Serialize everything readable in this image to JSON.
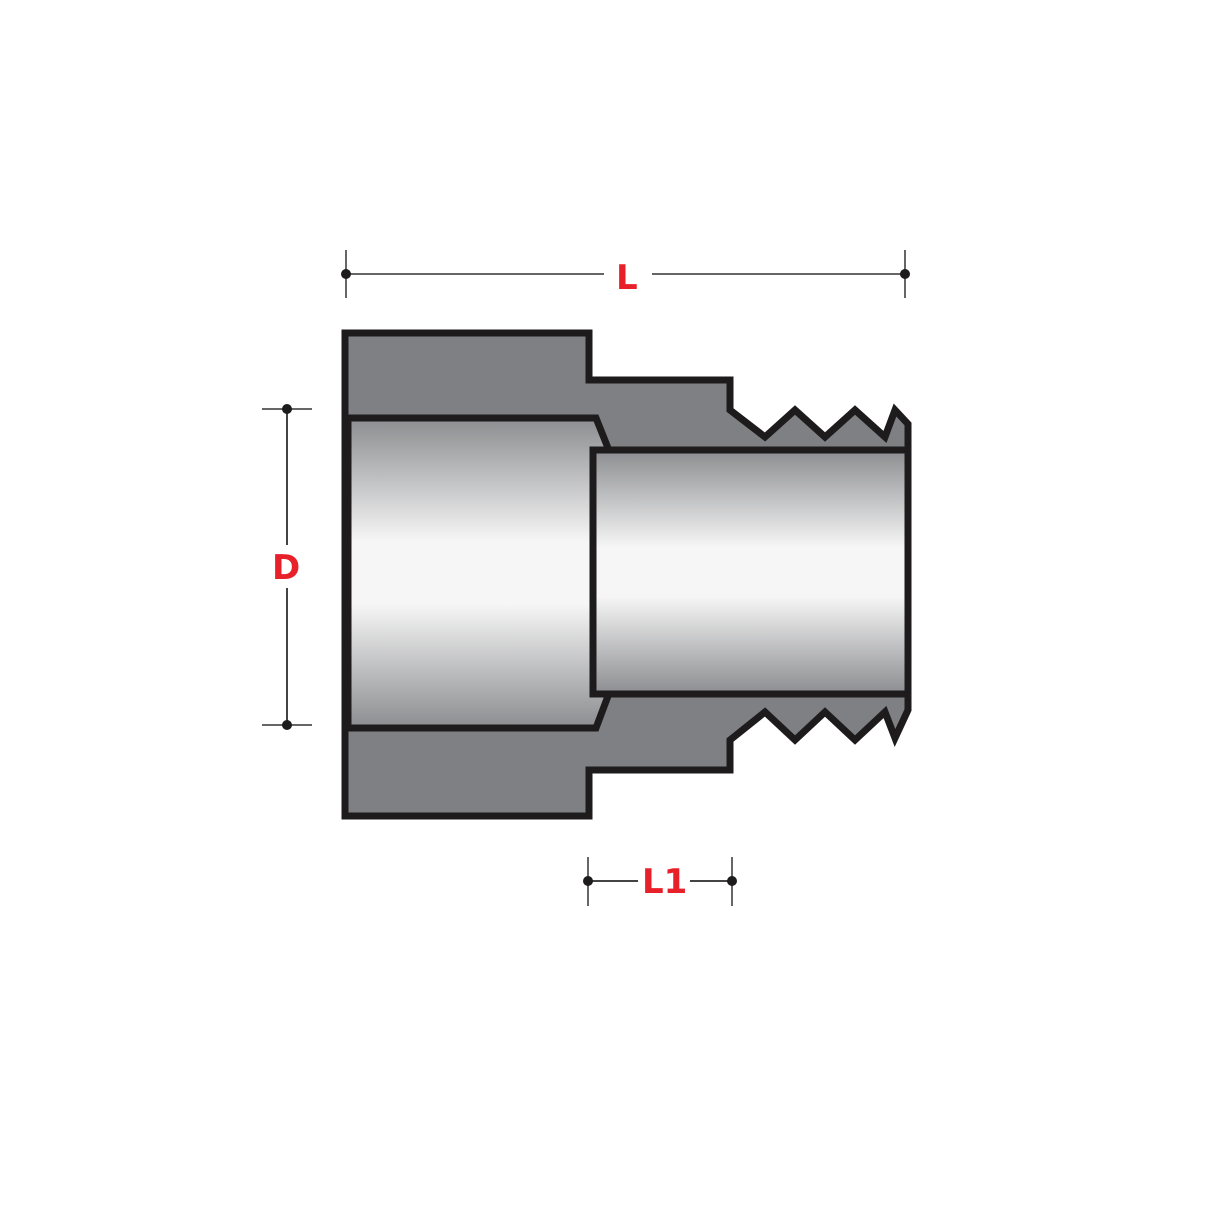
{
  "diagram": {
    "title": "Threaded reducing adapter cross-section",
    "colors": {
      "body": "#7f8084",
      "outline": "#1d1b1c",
      "label": "#e8202a",
      "dimension_line": "#555555",
      "bore_light": "#f4f4f4",
      "bore_dark": "#8c8d90"
    },
    "dimensions": {
      "overall_length": "L",
      "socket_diameter": "D",
      "thread_length": "L1"
    }
  }
}
